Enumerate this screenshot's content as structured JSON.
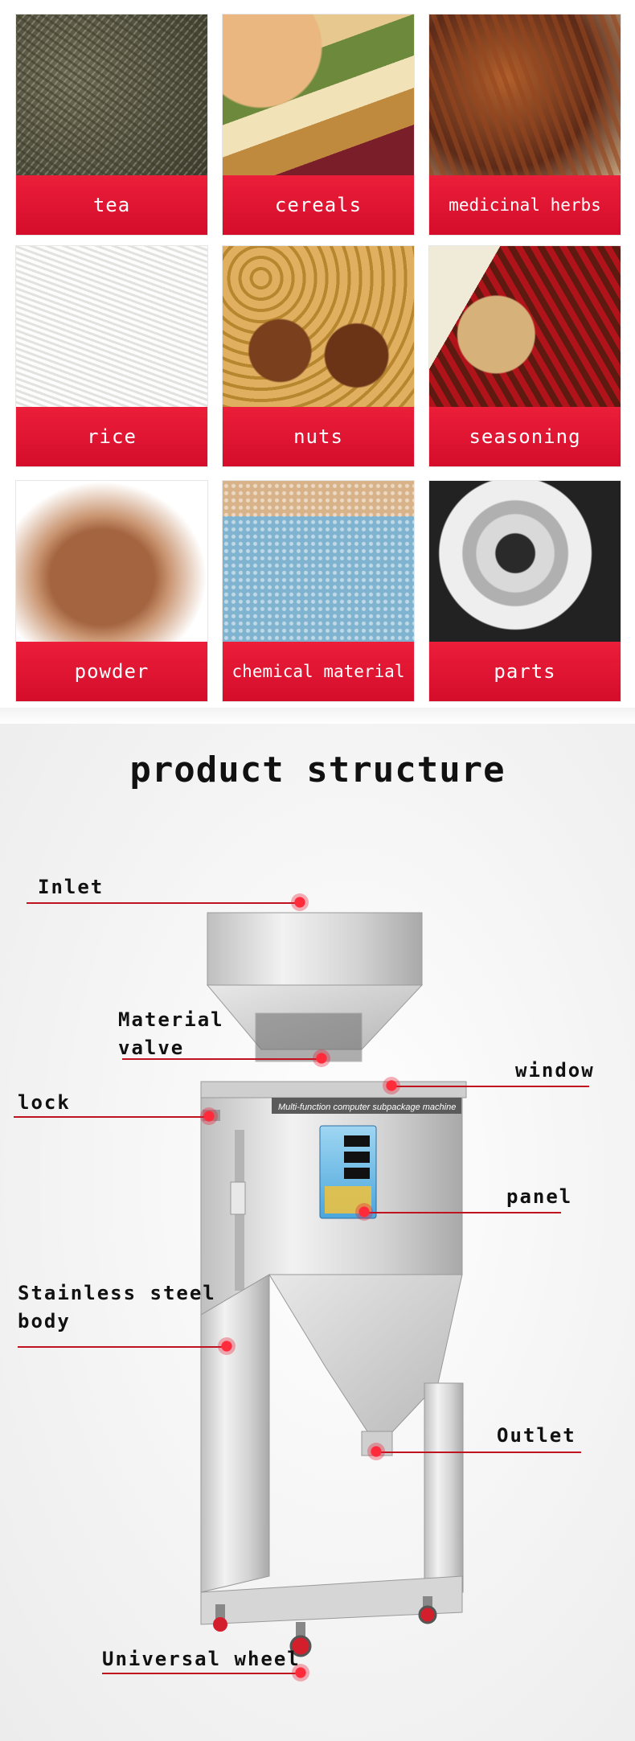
{
  "categories": [
    {
      "label": "tea"
    },
    {
      "label": "cereals"
    },
    {
      "label": "medicinal herbs"
    },
    {
      "label": "rice"
    },
    {
      "label": "nuts"
    },
    {
      "label": "seasoning"
    },
    {
      "label": "powder"
    },
    {
      "label": "chemical material"
    },
    {
      "label": "parts"
    }
  ],
  "structure": {
    "title": "product structure",
    "machine_banner": "Multi-function computer subpackage machine",
    "labels": {
      "inlet": "Inlet",
      "material_valve_1": "Material",
      "material_valve_2": "valve",
      "window": "window",
      "lock": "lock",
      "panel": "panel",
      "body_1": "Stainless steel",
      "body_2": "body",
      "outlet": "Outlet",
      "wheel": "Universal wheel"
    }
  },
  "colors": {
    "band_red": "#e21b35",
    "pointer_red": "#c1121f",
    "steel": "#d7d7d7"
  }
}
